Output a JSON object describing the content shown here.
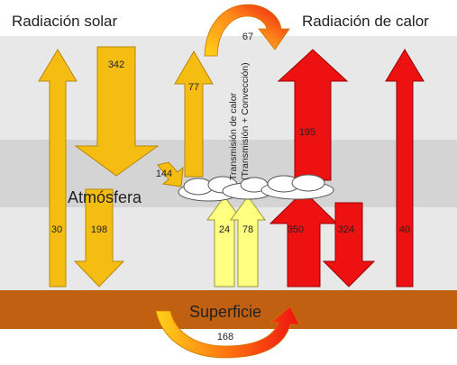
{
  "titles": {
    "solar": "Radiación solar",
    "heat": "Radiación de calor"
  },
  "labels": {
    "atmosphere": "Atmósfera",
    "surface": "Superficie",
    "transfer_line1": "Transmisión de calor",
    "transfer_line2": "(Transmisión + Convección)"
  },
  "flows": {
    "solar_in": "342",
    "reflected_atm": "77",
    "absorbed_atm": "144",
    "reflected_surface": "30",
    "absorbed_surface": "198",
    "conduction": "24",
    "convection": "78",
    "surface_emission": "350",
    "back_radiation": "324",
    "atm_emission": "195",
    "window": "40",
    "top_transfer": "67",
    "surface_cycle": "168"
  },
  "colors": {
    "solar": "#f5bd12",
    "solar_stroke": "#b8860b",
    "pale": "#ffff80",
    "heat": "#ee1111",
    "heat_stroke": "#990000",
    "surface": "#c06010"
  }
}
